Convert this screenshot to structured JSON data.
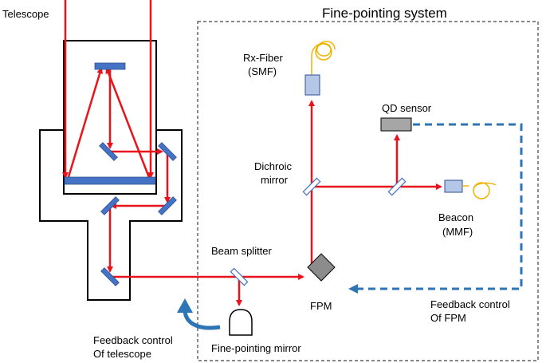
{
  "colors": {
    "beam": "#e8131b",
    "mirror": "#4472c4",
    "mirror_stroke": "#2f528f",
    "fiber": "#f0b400",
    "connector": "#b4c7e7",
    "sensor": "#a6a6a6",
    "fpm": "#8c8c8c",
    "feedback": "#2e75b6",
    "box_outline": "#000000",
    "dashed_outline": "#404040"
  },
  "labels": {
    "telescope": "Telescope",
    "system_title": "Fine-pointing system",
    "rx_fiber_line1": "Rx-Fiber",
    "rx_fiber_line2": "(SMF)",
    "qd_sensor": "QD sensor",
    "dichroic_line1": "Dichroic",
    "dichroic_line2": "mirror",
    "beacon_line1": "Beacon",
    "beacon_line2": "(MMF)",
    "beam_splitter": "Beam splitter",
    "fpm": "FPM",
    "feedback_fpm_line1": "Feedback control",
    "feedback_fpm_line2": "Of FPM",
    "feedback_tel_line1": "Feedback control",
    "feedback_tel_line2": "Of telescope",
    "fine_pointing_mirror": "Fine-pointing mirror"
  },
  "icons": {
    "fine_pointing_mirror": "d-shaped-detector-icon",
    "fpm": "diamond-mirror-icon",
    "fiber": "fiber-coil-icon"
  }
}
